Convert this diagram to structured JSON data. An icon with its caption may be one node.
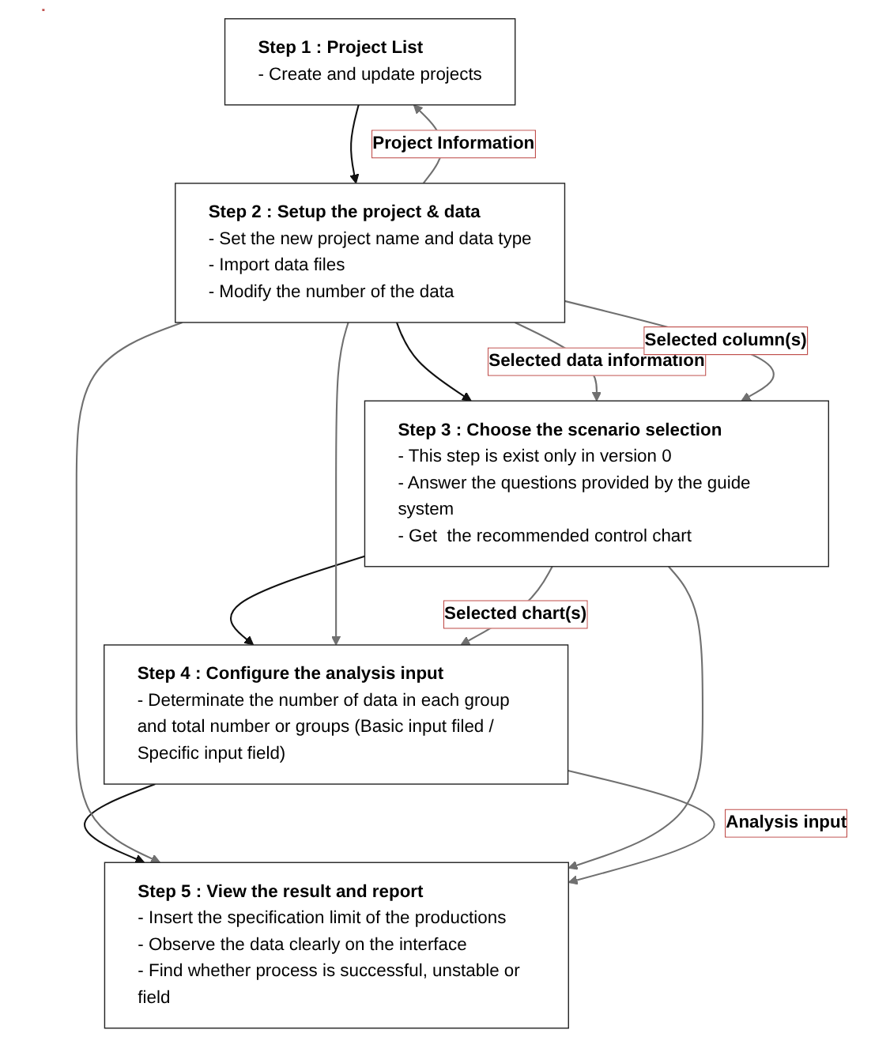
{
  "diagram": {
    "nodes": [
      {
        "text": [
          "Step 1 : Project List",
          "- Create and update projects"
        ]
      },
      {
        "text": [
          "Step 2 : Setup the project & data",
          "- Set the new project name and data type",
          "- Import data files",
          "- Modify the number of the data"
        ]
      },
      {
        "text": [
          "Step 3 : Choose the scenario selection",
          "- This step is exist only in version 0",
          "- Answer the questions provided by the guide system",
          "- Get  the recommended control chart"
        ]
      },
      {
        "text": [
          "Step 4 : Configure the analysis input",
          "- Determinate the number of data in each group and total number or groups (Basic input filed / Specific input field)"
        ]
      },
      {
        "text": [
          "Step 5 : View the result and report",
          "- Insert the specification limit of the productions",
          "- Observe the data clearly on the interface",
          "- Find whether process is successful, unstable or field"
        ]
      }
    ],
    "edges": [
      {
        "from": 0,
        "to": 1,
        "arrow": "to",
        "color": "#111111"
      },
      {
        "from": 1,
        "to": 2,
        "arrow": "to",
        "color": "#111111"
      },
      {
        "from": 2,
        "to": 3,
        "arrow": "to",
        "color": "#111111"
      },
      {
        "from": 3,
        "to": 4,
        "arrow": "to",
        "color": "#111111"
      },
      {
        "from": 1,
        "to": 0,
        "arrow": "to",
        "label": "Project Information"
      },
      {
        "from": 1,
        "to": 2,
        "arrow": "to",
        "label": "Selected data information"
      },
      {
        "from": 1,
        "to": 3,
        "arrow": "to"
      },
      {
        "from": 1,
        "to": 4,
        "arrow": "to"
      },
      {
        "from": 1,
        "to": 2,
        "arrow": "to",
        "label": "Selected column(s)"
      },
      {
        "from": 2,
        "to": 3,
        "arrow": "to",
        "label": "Selected chart(s)"
      },
      {
        "from": 2,
        "to": 4,
        "arrow": "to"
      },
      {
        "from": 3,
        "to": 4,
        "arrow": "to",
        "label": "Analysis input"
      }
    ]
  }
}
